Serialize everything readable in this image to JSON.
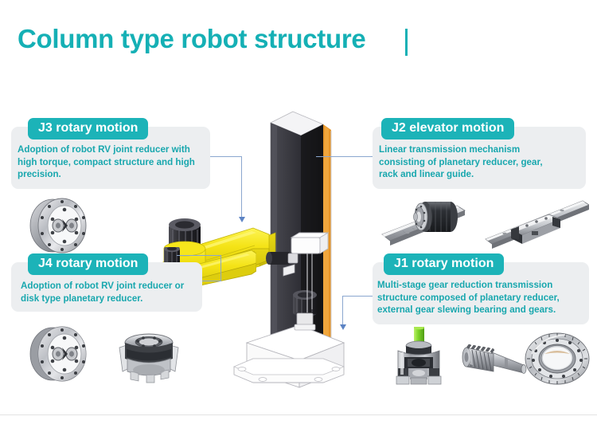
{
  "page": {
    "title": "Column type robot structure",
    "title_color": "#15b0b5",
    "accent_color": "#1cb3b8",
    "panel_color": "#eceef0",
    "body_text_color": "#18a7ae",
    "leader_line_color": "#8ba7cf",
    "background": "#ffffff"
  },
  "callouts": [
    {
      "id": "j3",
      "heading": "J3 rotary motion",
      "body": "Adoption of robot RV joint reducer with\nhigh torque, compact structure and high\n precision.",
      "position": "top-left",
      "components": [
        "rv-reducer-disc"
      ]
    },
    {
      "id": "j4",
      "heading": "J4 rotary motion",
      "body": "Adoption of robot RV joint reducer or\ndisk type planetary reducer.",
      "position": "bottom-left",
      "components": [
        "rv-reducer-disc",
        "disk-type-planetary-reducer"
      ]
    },
    {
      "id": "j2",
      "heading": "J2 elevator motion",
      "body": "Linear transmission mechanism\nconsisting of planetary reducer, gear,\nrack and linear guide.",
      "position": "top-right",
      "components": [
        "gear-rack-with-planetary-reducer",
        "linear-guide-rail"
      ]
    },
    {
      "id": "j1",
      "heading": "J1 rotary motion",
      "body": "Multi-stage gear reduction transmission\nstructure composed of planetary reducer,\nexternal gear slewing bearing and gears.",
      "position": "bottom-right",
      "components": [
        "planetary-reducer-green-shaft",
        "pinion-gear-shaft",
        "slewing-bearing-ring"
      ]
    }
  ],
  "diagram": {
    "name": "column-type-robot",
    "column_color": "#3c3c42",
    "arm_color": "#f5e61a",
    "joint_color": "#2b2b2f",
    "base_color": "#fbfbfb",
    "cable_track_color": "#e08a1e",
    "parts": [
      {
        "label": "J1",
        "name": "base-rotary-joint"
      },
      {
        "label": "J2",
        "name": "column-elevator-axis"
      },
      {
        "label": "J3",
        "name": "upper-arm-rotary-joint"
      },
      {
        "label": "J4",
        "name": "wrist-rotary-joint"
      }
    ]
  }
}
